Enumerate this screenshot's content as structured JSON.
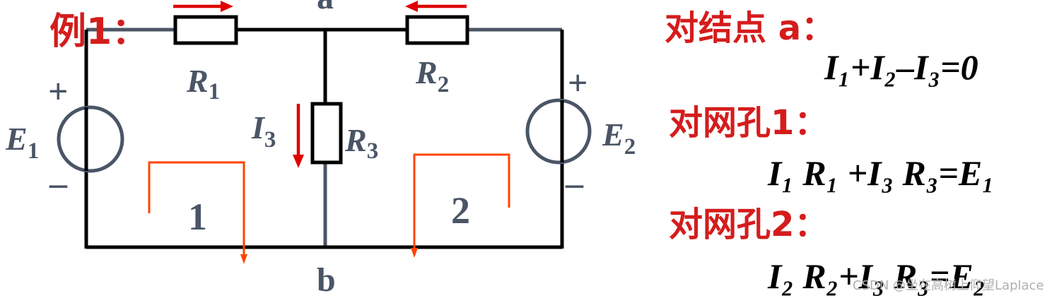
{
  "example_label": "例1：",
  "node_a": "a",
  "node_b": "b",
  "r1": {
    "main": "R",
    "sub": "1"
  },
  "r2": {
    "main": "R",
    "sub": "2"
  },
  "r3": {
    "main": "R",
    "sub": "3"
  },
  "i3": {
    "main": "I",
    "sub": "3"
  },
  "e1": {
    "main": "E",
    "sub": "1"
  },
  "e2": {
    "main": "E",
    "sub": "2"
  },
  "plus": "+",
  "minus": "–",
  "mesh1": "1",
  "mesh2": "2",
  "heading_node": "对结点 a：",
  "eq_node": "I₁+I₂–I₃=0",
  "heading_mesh1": "对网孔1：",
  "eq_mesh1": "I₁ R₁ +I₃ R₃=E₁",
  "heading_mesh2": "对网孔2：",
  "eq_mesh2": "I₂ R₂+I₃ R₃=E₂",
  "watermark": "CSDN @坐在高树上仰望Laplace",
  "colors": {
    "wire_dark": "#000000",
    "wire_gray": "#4a5566",
    "red": "#d51c1c",
    "mesh": "#ff4400"
  }
}
